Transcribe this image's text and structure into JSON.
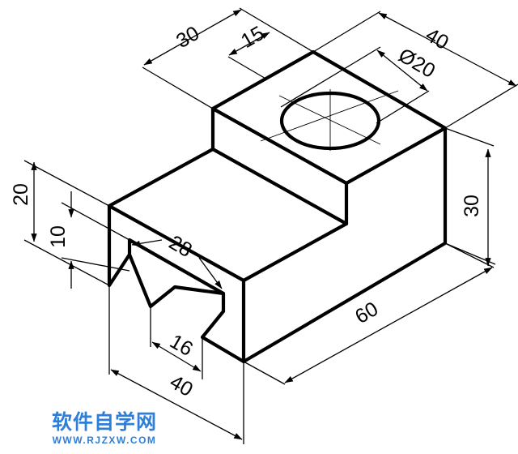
{
  "dimensions": {
    "d30_top": "30",
    "d15": "15",
    "d40_top": "40",
    "d_phi20": "Ø20",
    "d20": "20",
    "d10": "10",
    "d28": "28",
    "d30_right": "30",
    "d60": "60",
    "d16": "16",
    "d40_bottom": "40"
  },
  "watermark": {
    "title": "软件自学网",
    "url": "WWW.RJZXW.COM"
  },
  "colors": {
    "line": "#000000",
    "watermark": "#2f7fd6"
  }
}
